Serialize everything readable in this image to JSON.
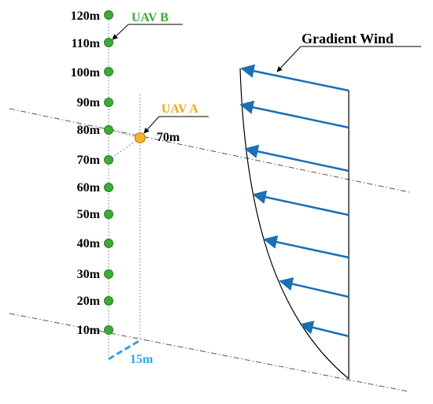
{
  "altitudes": [
    "120m",
    "110m",
    "100m",
    "90m",
    "80m",
    "70m",
    "60m",
    "50m",
    "40m",
    "30m",
    "20m",
    "10m"
  ],
  "uav_a": {
    "label": "UAV A",
    "height_label": "70m",
    "color": "#F5B32A",
    "label_color": "#F0A81B"
  },
  "uav_b": {
    "label": "UAV B",
    "color": "#3DAA39",
    "label_color": "#3DAA39"
  },
  "horizontal_offset_label": "15m",
  "gradient_wind_label": "Gradient Wind",
  "colors": {
    "node_fill": "#3DAA39",
    "node_stroke": "#2A7A26",
    "arrow": "#1B6FB5",
    "offset": "#2AA8E0",
    "line": "#000000"
  }
}
